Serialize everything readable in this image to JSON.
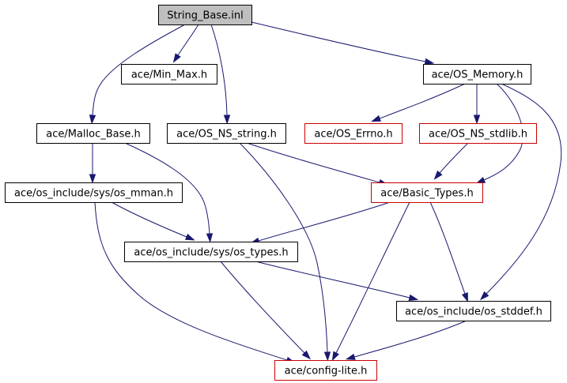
{
  "graph": {
    "nodes": [
      {
        "id": "string_base_inl",
        "label": "String_Base.inl",
        "kind": "root"
      },
      {
        "id": "min_max_h",
        "label": "ace/Min_Max.h",
        "kind": "normal"
      },
      {
        "id": "os_memory_h",
        "label": "ace/OS_Memory.h",
        "kind": "normal"
      },
      {
        "id": "malloc_base_h",
        "label": "ace/Malloc_Base.h",
        "kind": "normal"
      },
      {
        "id": "os_ns_string_h",
        "label": "ace/OS_NS_string.h",
        "kind": "normal"
      },
      {
        "id": "os_errno_h",
        "label": "ace/OS_Errno.h",
        "kind": "missing"
      },
      {
        "id": "os_ns_stdlib_h",
        "label": "ace/OS_NS_stdlib.h",
        "kind": "missing"
      },
      {
        "id": "os_mman_h",
        "label": "ace/os_include/sys/os_mman.h",
        "kind": "normal"
      },
      {
        "id": "basic_types_h",
        "label": "ace/Basic_Types.h",
        "kind": "missing"
      },
      {
        "id": "os_types_h",
        "label": "ace/os_include/sys/os_types.h",
        "kind": "normal"
      },
      {
        "id": "os_stddef_h",
        "label": "ace/os_include/os_stddef.h",
        "kind": "normal"
      },
      {
        "id": "config_lite_h",
        "label": "ace/config-lite.h",
        "kind": "missing"
      }
    ],
    "edges": [
      {
        "from": "string_base_inl",
        "to": "min_max_h"
      },
      {
        "from": "string_base_inl",
        "to": "os_memory_h"
      },
      {
        "from": "string_base_inl",
        "to": "malloc_base_h"
      },
      {
        "from": "string_base_inl",
        "to": "os_ns_string_h"
      },
      {
        "from": "os_memory_h",
        "to": "os_errno_h"
      },
      {
        "from": "os_memory_h",
        "to": "os_ns_stdlib_h"
      },
      {
        "from": "os_memory_h",
        "to": "basic_types_h"
      },
      {
        "from": "os_memory_h",
        "to": "os_stddef_h"
      },
      {
        "from": "malloc_base_h",
        "to": "os_mman_h"
      },
      {
        "from": "malloc_base_h",
        "to": "os_types_h"
      },
      {
        "from": "os_ns_string_h",
        "to": "basic_types_h"
      },
      {
        "from": "os_ns_string_h",
        "to": "config_lite_h"
      },
      {
        "from": "os_ns_stdlib_h",
        "to": "basic_types_h"
      },
      {
        "from": "os_mman_h",
        "to": "os_types_h"
      },
      {
        "from": "os_mman_h",
        "to": "config_lite_h"
      },
      {
        "from": "basic_types_h",
        "to": "os_types_h"
      },
      {
        "from": "basic_types_h",
        "to": "os_stddef_h"
      },
      {
        "from": "basic_types_h",
        "to": "config_lite_h"
      },
      {
        "from": "os_types_h",
        "to": "os_stddef_h"
      },
      {
        "from": "os_types_h",
        "to": "config_lite_h"
      },
      {
        "from": "os_stddef_h",
        "to": "config_lite_h"
      }
    ]
  },
  "colors": {
    "edge": "#191970",
    "node_border": "#000000",
    "missing_border": "#cc0000",
    "root_fill": "#bfbfbf"
  }
}
